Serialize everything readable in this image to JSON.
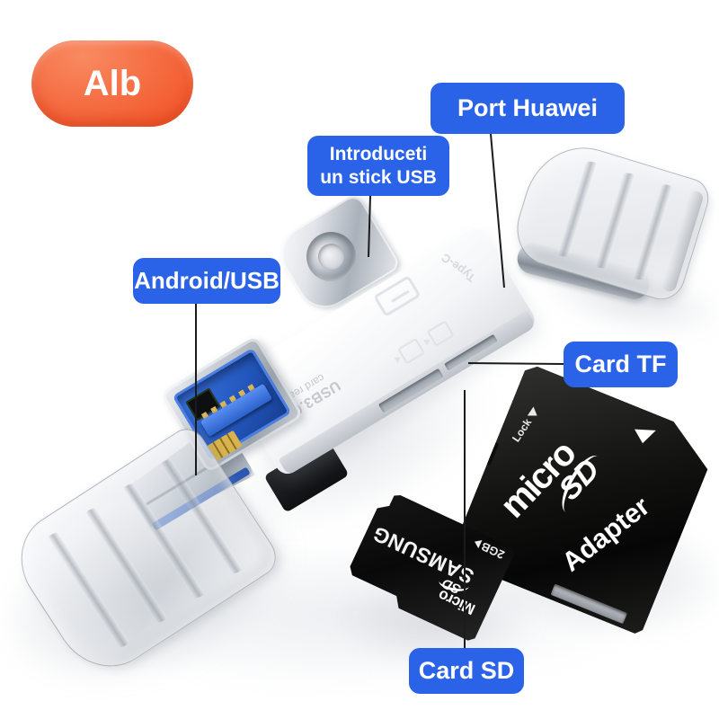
{
  "colors": {
    "label_blue": "#2b63e8",
    "badge_orange_top": "#f98a61",
    "badge_orange_bottom": "#ee4312",
    "line_dark": "#1b1b1b"
  },
  "variant_badge": {
    "label": "Alb"
  },
  "callouts": {
    "port_huawei": "Port Huawei",
    "usb_stick_line1": "Introduceti",
    "usb_stick_line2": "un stick USB",
    "android_usb": "Android/USB",
    "card_tf": "Card TF",
    "card_sd": "Card SD"
  },
  "reader": {
    "print_line1": "USB3.0TG",
    "print_line2": "card reader",
    "typec_mark": "Type-C"
  },
  "sd_adapter": {
    "logo_micro": "micro",
    "logo_sd": "SD",
    "label": "Adapter",
    "lock_label": "Lock"
  },
  "micro_sd_card": {
    "brand": "SAMSUNG",
    "capacity": "2GB",
    "logo_micro": "Micro",
    "logo_sd": "SD"
  }
}
